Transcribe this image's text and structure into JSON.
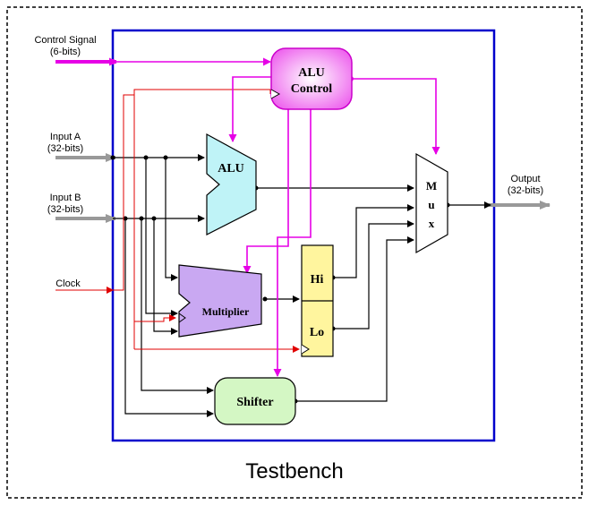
{
  "title": "Testbench",
  "inputs": {
    "control_signal": [
      "Control Signal",
      "(6-bits)"
    ],
    "input_a": [
      "Input A",
      "(32-bits)"
    ],
    "input_b": [
      "Input B",
      "(32-bits)"
    ],
    "clock": "Clock"
  },
  "output": [
    "Output",
    "(32-bits)"
  ],
  "blocks": {
    "alu_control": [
      "ALU",
      "Control"
    ],
    "alu": "ALU",
    "multiplier": "Multiplier",
    "hi": "Hi",
    "lo": "Lo",
    "shifter": "Shifter",
    "mux": [
      "M",
      "u",
      "x"
    ]
  },
  "colors": {
    "border_blue": "#0000cc",
    "control_magenta": "#e600e6",
    "clock_red": "#e00000",
    "io_gray": "#999999",
    "alu_control_fill": "#ee66ee",
    "alu_fill": "#bff3f7",
    "multiplier_fill": "#c9a8f2",
    "hilo_fill": "#fff59e",
    "shifter_fill": "#d4f7c4",
    "mux_fill": "#ffffff"
  }
}
